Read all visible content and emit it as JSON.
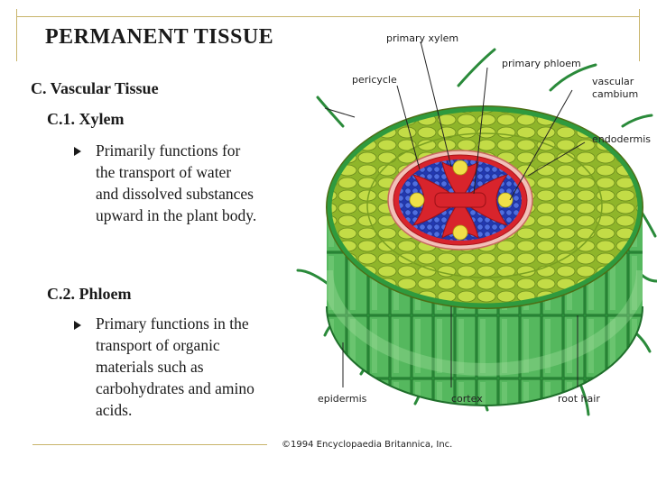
{
  "slide": {
    "title": "PERMANENT TISSUE",
    "section": "C. Vascular Tissue",
    "subsections": [
      {
        "heading": "C.1. Xylem",
        "bullet_lines": [
          "Primarily functions for",
          "the transport of water",
          "and dissolved substances",
          "upward in the plant body."
        ]
      },
      {
        "heading": "C.2. Phloem",
        "bullet_lines": [
          "Primary functions in the",
          "transport of organic",
          "materials such as",
          "carbohydrates and amino",
          "acids."
        ]
      }
    ]
  },
  "diagram": {
    "labels": {
      "primary_xylem": "primary xylem",
      "primary_phloem": "primary phloem",
      "pericycle": "pericycle",
      "vascular_cambium_1": "vascular",
      "vascular_cambium_2": "cambium",
      "endodermis": "endodermis",
      "epidermis": "epidermis",
      "cortex": "cortex",
      "root_hair": "root hair"
    },
    "credit": "©1994 Encyclopaedia Britannica, Inc.",
    "colors": {
      "cortex_top": "#b8d43c",
      "cortex_side": "#2f9a3e",
      "stele_blue": "#2e46c8",
      "xylem_red": "#d8242c",
      "phloem_yellow": "#f0e048",
      "frame_gold": "#c8b46a"
    }
  }
}
